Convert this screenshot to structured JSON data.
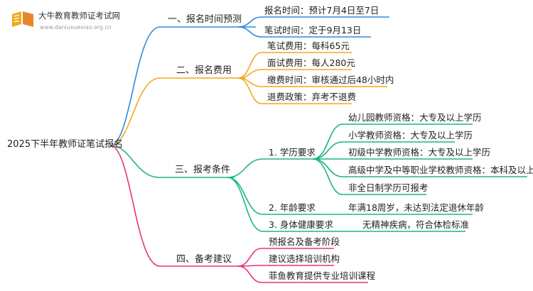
{
  "brand": {
    "title": "大牛教育教师证考试网",
    "url": "www.daniuxuexiao.org.cn"
  },
  "root": "2025下半年教师证笔试报名",
  "branches": [
    {
      "label": "一、报名时间预测",
      "items": [
        "报名时间：预计7月4日至7日",
        "笔试时间：定于9月13日"
      ]
    },
    {
      "label": "二、报名费用",
      "items": [
        "笔试费用：每科65元",
        "面试费用：每人280元",
        "缴费时间：审核通过后48小时内",
        "退费政策：弃考不退费"
      ]
    },
    {
      "label": "三、报考条件",
      "subs": [
        {
          "label": "1. 学历要求",
          "items": [
            "幼儿园教师资格：大专及以上学历",
            "小学教师资格：大专及以上学历",
            "初级中学教师资格：大专及以上学历",
            "高级中学及中等职业学校教师资格：本科及以上学历",
            "非全日制学历可报考"
          ]
        },
        {
          "label": "2. 年龄要求",
          "items": [
            "年满18周岁，未达到法定退休年龄"
          ]
        },
        {
          "label": "3. 身体健康要求",
          "items": [
            "无精神疾病，符合体检标准"
          ]
        }
      ]
    },
    {
      "label": "四、备考建议",
      "items": [
        "预报名及备考阶段",
        "建议选择培训机构",
        "菲鱼教育提供专业培训课程"
      ]
    }
  ],
  "colors": {
    "branch1": "#2e8ce0",
    "branch2": "#f2a81d",
    "branch3": "#1bb58a",
    "branch4": "#e8337e"
  }
}
